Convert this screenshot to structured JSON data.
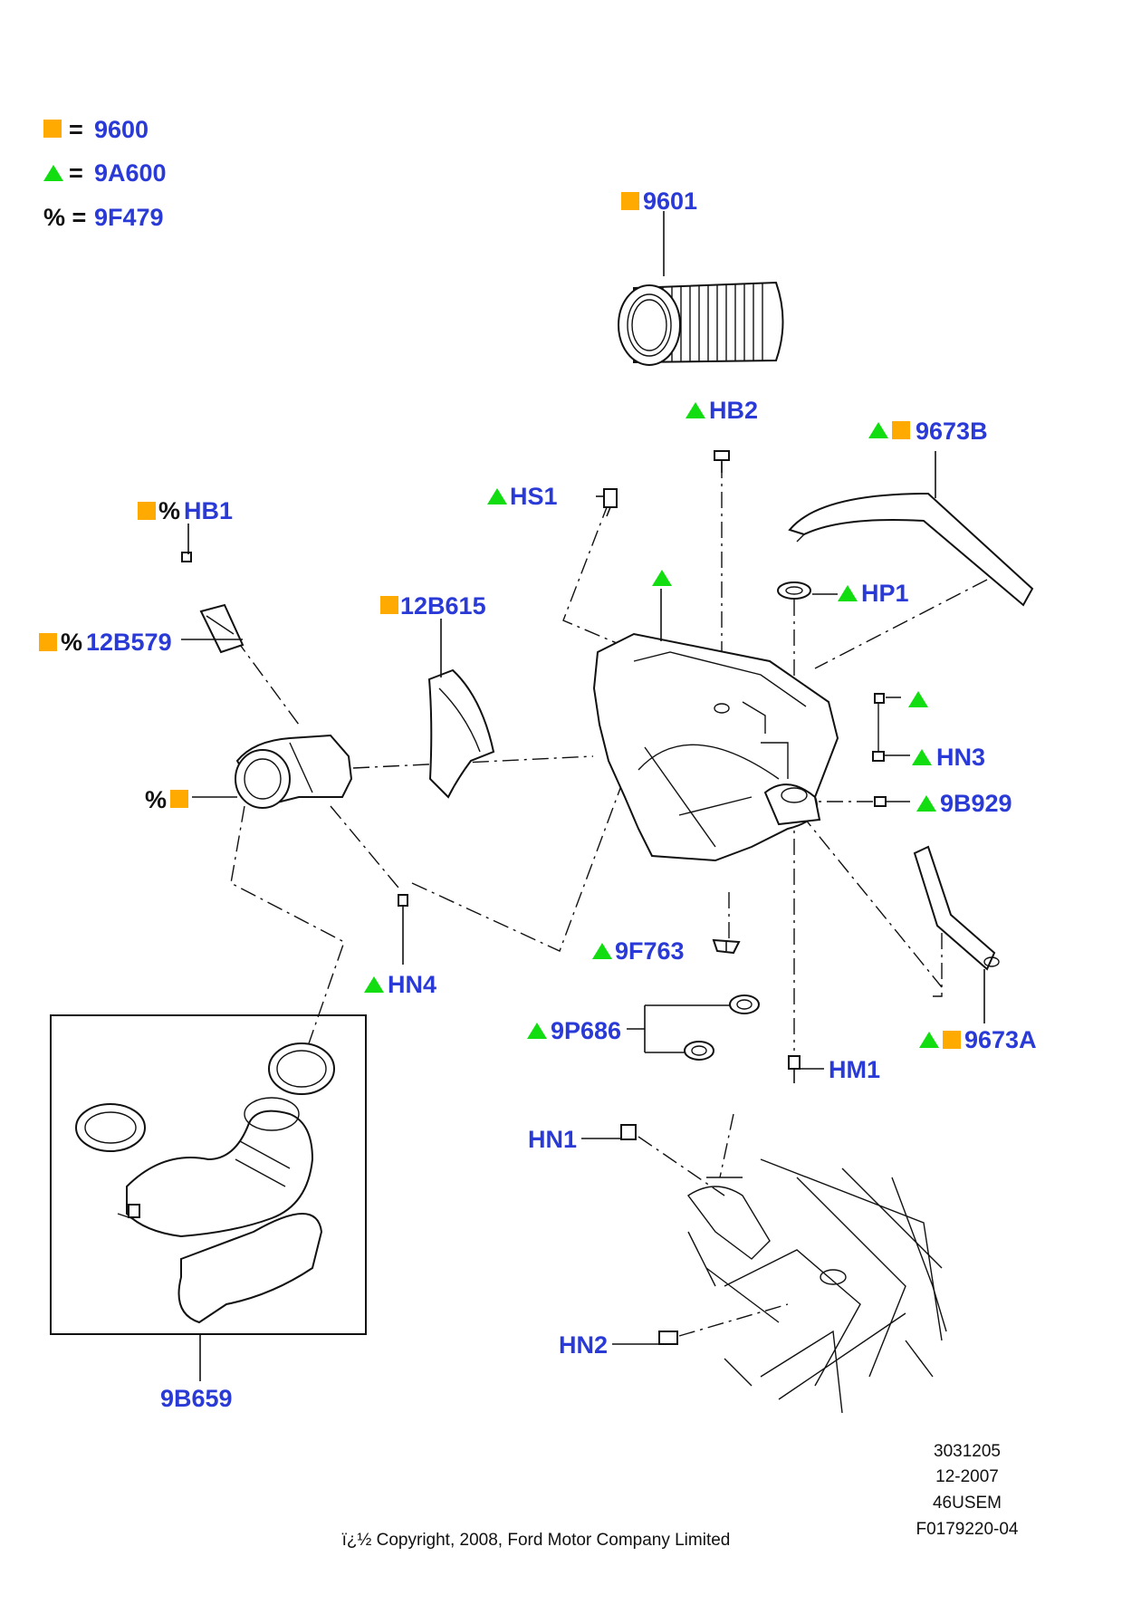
{
  "legend": {
    "items": [
      {
        "symbol": "=",
        "label": "9600"
      },
      {
        "symbol": "=",
        "label": "9A600"
      },
      {
        "symbol": "% =",
        "label": "9F479"
      }
    ]
  },
  "colors": {
    "square": "#ffaa00",
    "triangle": "#11dd11",
    "label": "#2a3ad6"
  },
  "callouts": {
    "p9601": "9601",
    "hb2": "HB2",
    "p9673b": "9673B",
    "hs1": "HS1",
    "hb1": "HB1",
    "hb1_sym": "%",
    "hp1": "HP1",
    "p12b615": "12B615",
    "p12b579": "12B579",
    "p12b579_sym": "%",
    "hn3": "HN3",
    "p9b929": "9B929",
    "pct_sq_sym": "%",
    "hn4": "HN4",
    "p9f763": "9F763",
    "p9p686": "9P686",
    "p9673a": "9673A",
    "hm1": "HM1",
    "hn1": "HN1",
    "hn2": "HN2",
    "p9b659": "9B659"
  },
  "footer": {
    "line1": "3031205",
    "line2": "12-2007",
    "line3": "46USEM",
    "line4": "F0179220-04",
    "copyright": "ï¿½ Copyright, 2008, Ford Motor Company Limited"
  }
}
